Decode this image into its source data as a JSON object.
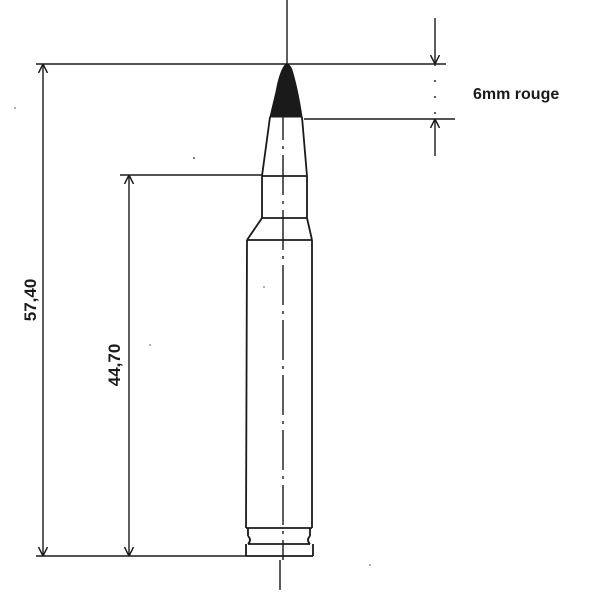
{
  "diagram": {
    "dimensions": {
      "overall_length": "57,40",
      "case_length": "44,70",
      "tip_marking": "6mm rouge"
    },
    "colors": {
      "ink": "#1a1a1a",
      "paper": "#ffffff"
    }
  }
}
